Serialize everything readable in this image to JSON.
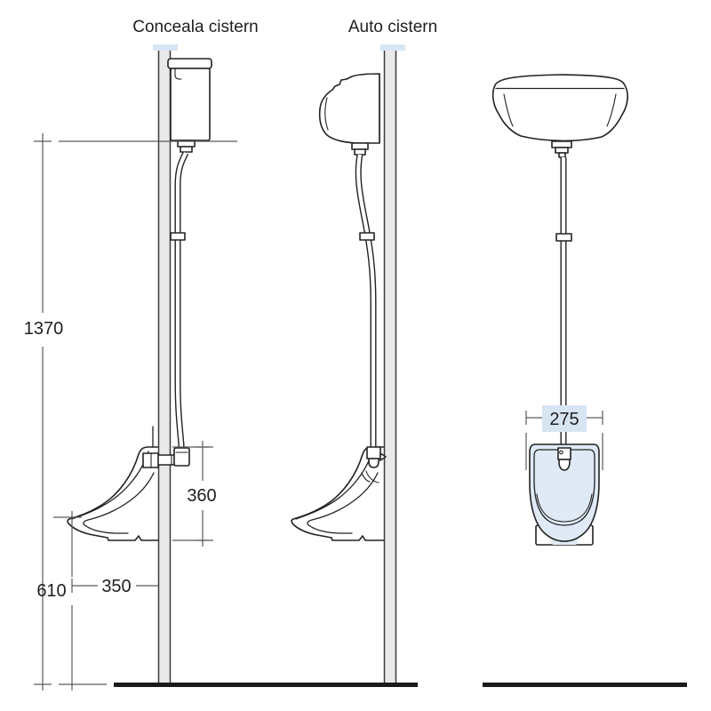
{
  "titles": {
    "conceala": "Conceala cistern",
    "auto": "Auto cistern"
  },
  "dimensions": {
    "overall_height": "1370",
    "rim_to_floor": "610",
    "projection": "350",
    "bowl_height": "360",
    "bowl_width": "275"
  },
  "colors": {
    "outline": "#222222",
    "dim_line": "#5a5a5a",
    "wall_fill": "#e9e9e9",
    "wall_edge": "#3a3a3a",
    "highlight": "#d7e5f3",
    "bowl_fill": "#dfeaf6",
    "floor": "#1a1a1a",
    "text": "#1f1f1f",
    "background": "#ffffff"
  }
}
